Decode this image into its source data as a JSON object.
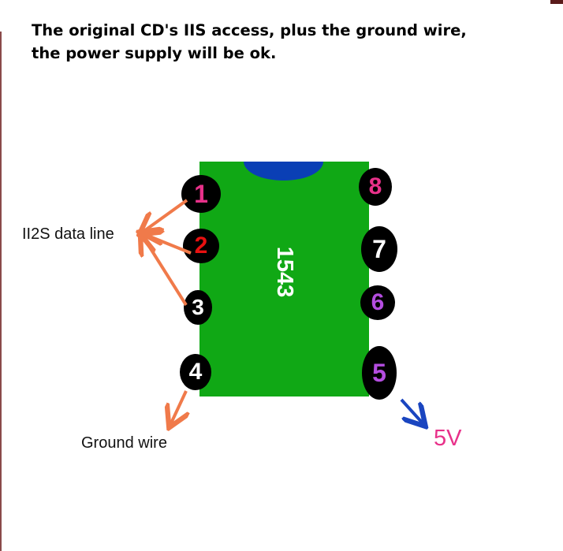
{
  "title": {
    "line1": "The original CD's IIS access, plus the ground wire,",
    "line2": "the power supply will be ok."
  },
  "chip": {
    "label": "1543"
  },
  "pins": [
    {
      "number": "1",
      "color": "#e8318a"
    },
    {
      "number": "2",
      "color": "#e81010"
    },
    {
      "number": "3",
      "color": "#ffffff"
    },
    {
      "number": "4",
      "color": "#ffffff"
    },
    {
      "number": "5",
      "color": "#b44de0"
    },
    {
      "number": "6",
      "color": "#b44de0"
    },
    {
      "number": "7",
      "color": "#ffffff"
    },
    {
      "number": "8",
      "color": "#e8318a"
    }
  ],
  "labels": {
    "data_line": "II2S data line",
    "ground": "Ground wire",
    "power": "5V"
  },
  "colors": {
    "chip_body": "#10a815",
    "notch": "#0a3fb5",
    "data_arrow": "#f07a4a",
    "power_arrow": "#1a45c0"
  }
}
